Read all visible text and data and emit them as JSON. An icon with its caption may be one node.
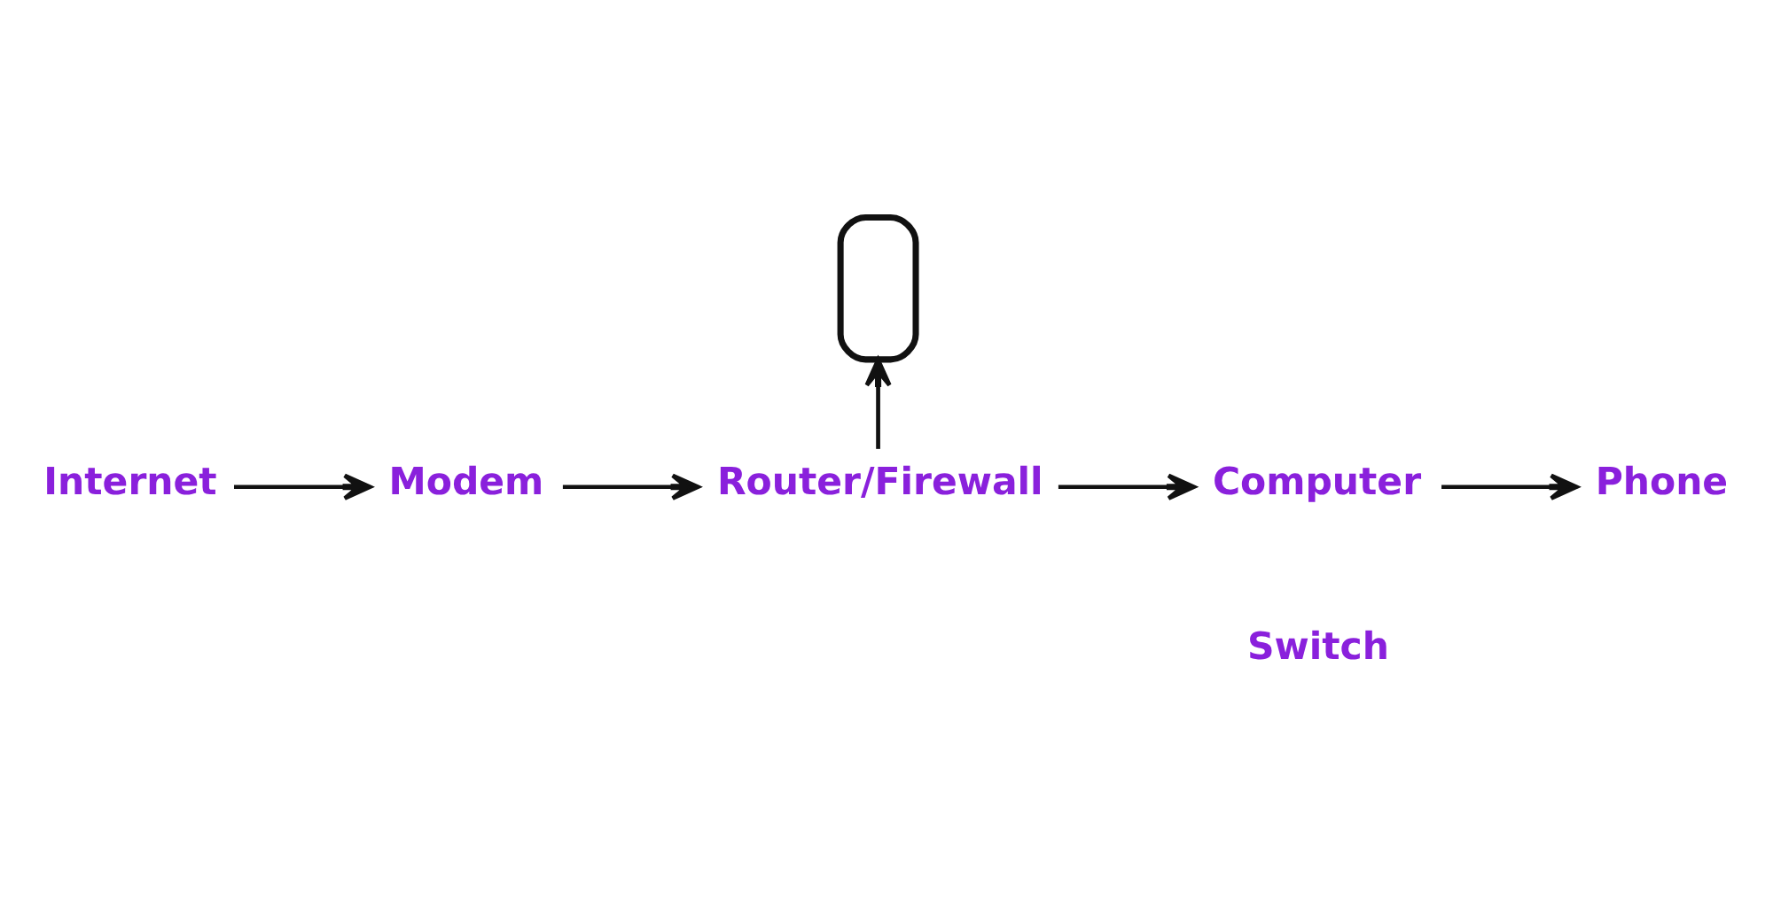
{
  "diagram": {
    "nodes": [
      {
        "text": [
          "Internet"
        ]
      },
      {
        "text": [
          "Modem"
        ]
      },
      {
        "text": [],
        "shape": "box"
      },
      {
        "text": [
          "Router/Firewall"
        ]
      },
      {
        "text": [
          "Computer"
        ]
      },
      {
        "text": [
          "Switch"
        ]
      },
      {
        "text": [
          "Phone"
        ]
      }
    ],
    "edges": [
      {
        "from": 0,
        "to": 1,
        "arrow": "to"
      },
      {
        "from": 1,
        "to": 3,
        "arrow": "to"
      },
      {
        "from": 3,
        "to": 2,
        "arrow": "to"
      },
      {
        "from": 3,
        "to": 4,
        "arrow": "to"
      },
      {
        "from": 4,
        "to": 6,
        "arrow": "to"
      }
    ]
  }
}
